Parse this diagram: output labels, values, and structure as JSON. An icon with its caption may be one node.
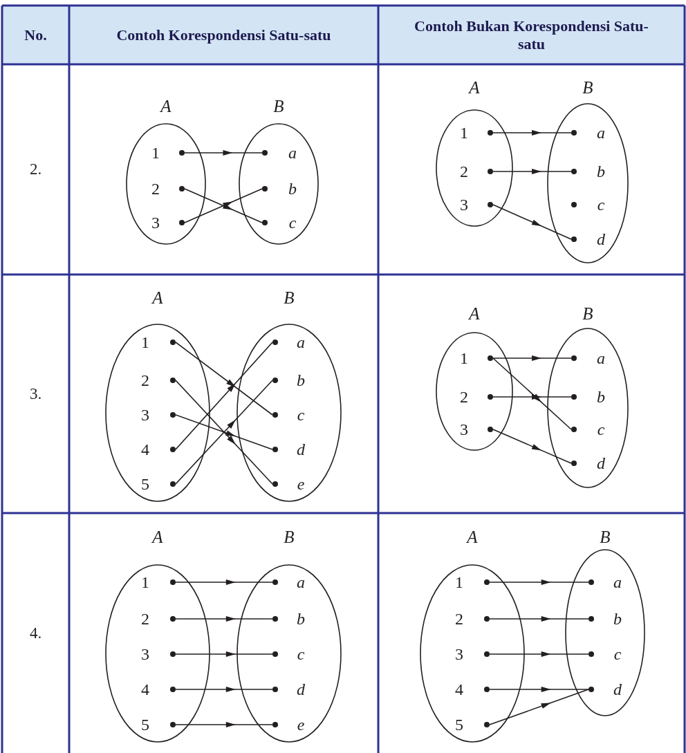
{
  "diagram": {
    "nodes": [
      {
        "text": [
          "A"
        ]
      },
      {
        "text": [
          "1"
        ],
        "in": 0
      },
      {
        "text": [
          "2"
        ],
        "in": 0
      },
      {
        "text": [
          "3"
        ],
        "in": 0
      },
      {
        "text": [
          "B"
        ]
      },
      {
        "text": [
          "a"
        ],
        "in": 4
      },
      {
        "text": [
          "b"
        ],
        "in": 4
      },
      {
        "text": [
          "c"
        ],
        "in": 4
      },
      {
        "text": [
          "A"
        ]
      },
      {
        "text": [
          "1"
        ],
        "in": 8
      },
      {
        "text": [
          "2"
        ],
        "in": 8
      },
      {
        "text": [
          "3"
        ],
        "in": 8
      },
      {
        "text": [
          "B"
        ]
      },
      {
        "text": [
          "a"
        ],
        "in": 12
      },
      {
        "text": [
          "b"
        ],
        "in": 12
      },
      {
        "text": [
          "c"
        ],
        "in": 12
      },
      {
        "text": [
          "d"
        ],
        "in": 12
      },
      {
        "text": [
          "A"
        ]
      },
      {
        "text": [
          "1"
        ],
        "in": 17
      },
      {
        "text": [
          "2"
        ],
        "in": 17
      },
      {
        "text": [
          "3"
        ],
        "in": 17
      },
      {
        "text": [
          "4"
        ],
        "in": 17
      },
      {
        "text": [
          "5"
        ],
        "in": 17
      },
      {
        "text": [
          "B"
        ]
      },
      {
        "text": [
          "a"
        ],
        "in": 23
      },
      {
        "text": [
          "b"
        ],
        "in": 23
      },
      {
        "text": [
          "c"
        ],
        "in": 23
      },
      {
        "text": [
          "d"
        ],
        "in": 23
      },
      {
        "text": [
          "e"
        ],
        "in": 23
      },
      {
        "text": [
          "A"
        ]
      },
      {
        "text": [
          "1"
        ],
        "in": 29
      },
      {
        "text": [
          "2"
        ],
        "in": 29
      },
      {
        "text": [
          "3"
        ],
        "in": 29
      },
      {
        "text": [
          "B"
        ]
      },
      {
        "text": [
          "a"
        ],
        "in": 33
      },
      {
        "text": [
          "b"
        ],
        "in": 33
      },
      {
        "text": [
          "c"
        ],
        "in": 33
      },
      {
        "text": [
          "d"
        ],
        "in": 33
      },
      {
        "text": [
          "A"
        ]
      },
      {
        "text": [
          "1"
        ],
        "in": 38
      },
      {
        "text": [
          "2"
        ],
        "in": 38
      },
      {
        "text": [
          "3"
        ],
        "in": 38
      },
      {
        "text": [
          "4"
        ],
        "in": 38
      },
      {
        "text": [
          "5"
        ],
        "in": 38
      },
      {
        "text": [
          "B"
        ]
      },
      {
        "text": [
          "a"
        ],
        "in": 44
      },
      {
        "text": [
          "b"
        ],
        "in": 44
      },
      {
        "text": [
          "c"
        ],
        "in": 44
      },
      {
        "text": [
          "d"
        ],
        "in": 44
      },
      {
        "text": [
          "e"
        ],
        "in": 44
      },
      {
        "text": [
          "A"
        ]
      },
      {
        "text": [
          "1"
        ],
        "in": 50
      },
      {
        "text": [
          "2"
        ],
        "in": 50
      },
      {
        "text": [
          "3"
        ],
        "in": 50
      },
      {
        "text": [
          "4"
        ],
        "in": 50
      },
      {
        "text": [
          "5"
        ],
        "in": 50
      },
      {
        "text": [
          "B"
        ]
      },
      {
        "text": [
          "a"
        ],
        "in": 56
      },
      {
        "text": [
          "b"
        ],
        "in": 56
      },
      {
        "text": [
          "c"
        ],
        "in": 56
      },
      {
        "text": [
          "d"
        ],
        "in": 56
      }
    ],
    "edges": [
      {
        "from": 1,
        "to": 5,
        "arrow": "to"
      },
      {
        "from": 2,
        "to": 7,
        "arrow": "to"
      },
      {
        "from": 3,
        "to": 6,
        "arrow": "to"
      },
      {
        "from": 9,
        "to": 13,
        "arrow": "to"
      },
      {
        "from": 10,
        "to": 14,
        "arrow": "to"
      },
      {
        "from": 11,
        "to": 16,
        "arrow": "to"
      },
      {
        "from": 18,
        "to": 26,
        "arrow": "to"
      },
      {
        "from": 19,
        "to": 28,
        "arrow": "to"
      },
      {
        "from": 20,
        "to": 27,
        "arrow": "to"
      },
      {
        "from": 21,
        "to": 24,
        "arrow": "to"
      },
      {
        "from": 22,
        "to": 25,
        "arrow": "to"
      },
      {
        "from": 30,
        "to": 34,
        "arrow": "to"
      },
      {
        "from": 30,
        "to": 36,
        "arrow": "to"
      },
      {
        "from": 31,
        "to": 35,
        "arrow": "to"
      },
      {
        "from": 32,
        "to": 37,
        "arrow": "to"
      },
      {
        "from": 39,
        "to": 45,
        "arrow": "to"
      },
      {
        "from": 40,
        "to": 46,
        "arrow": "to"
      },
      {
        "from": 41,
        "to": 47,
        "arrow": "to"
      },
      {
        "from": 42,
        "to": 48,
        "arrow": "to"
      },
      {
        "from": 43,
        "to": 49,
        "arrow": "to"
      },
      {
        "from": 51,
        "to": 57,
        "arrow": "to"
      },
      {
        "from": 52,
        "to": 58,
        "arrow": "to"
      },
      {
        "from": 53,
        "to": 59,
        "arrow": "to"
      },
      {
        "from": 54,
        "to": 60,
        "arrow": "to"
      },
      {
        "from": 55,
        "to": 60,
        "arrow": "to"
      }
    ],
    "labels": [
      "No.",
      "Contoh Korespondensi Satu-satu",
      "Contoh Bukan Korespondensi Satu-satu",
      "2.",
      "3.",
      "4."
    ]
  }
}
